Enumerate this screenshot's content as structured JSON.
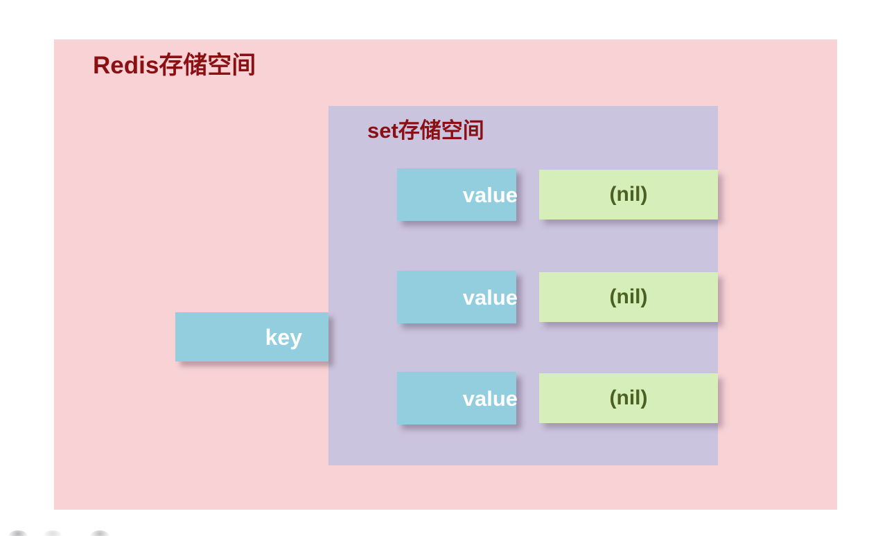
{
  "diagram": {
    "type": "nested-box-diagram",
    "background_color": "#ffffff",
    "outer": {
      "title": "Redis存储空间",
      "title_color": "#8b1013",
      "fill_color": "#f9d2d5"
    },
    "inner": {
      "title": "set存储空间",
      "title_color": "#8b1013",
      "fill_color": "#cbc4df"
    },
    "key_block": {
      "label": "key",
      "fill_color": "#92cede",
      "text_color": "#ffffff"
    },
    "rows": [
      {
        "value_label": "value",
        "nil_label": "(nil)"
      },
      {
        "value_label": "value",
        "nil_label": "(nil)"
      },
      {
        "value_label": "value",
        "nil_label": "(nil)"
      }
    ],
    "value_block_style": {
      "fill_color": "#92cede",
      "text_color": "#ffffff"
    },
    "nil_block_style": {
      "fill_color": "#d6efba",
      "text_color": "#4c6021"
    }
  }
}
